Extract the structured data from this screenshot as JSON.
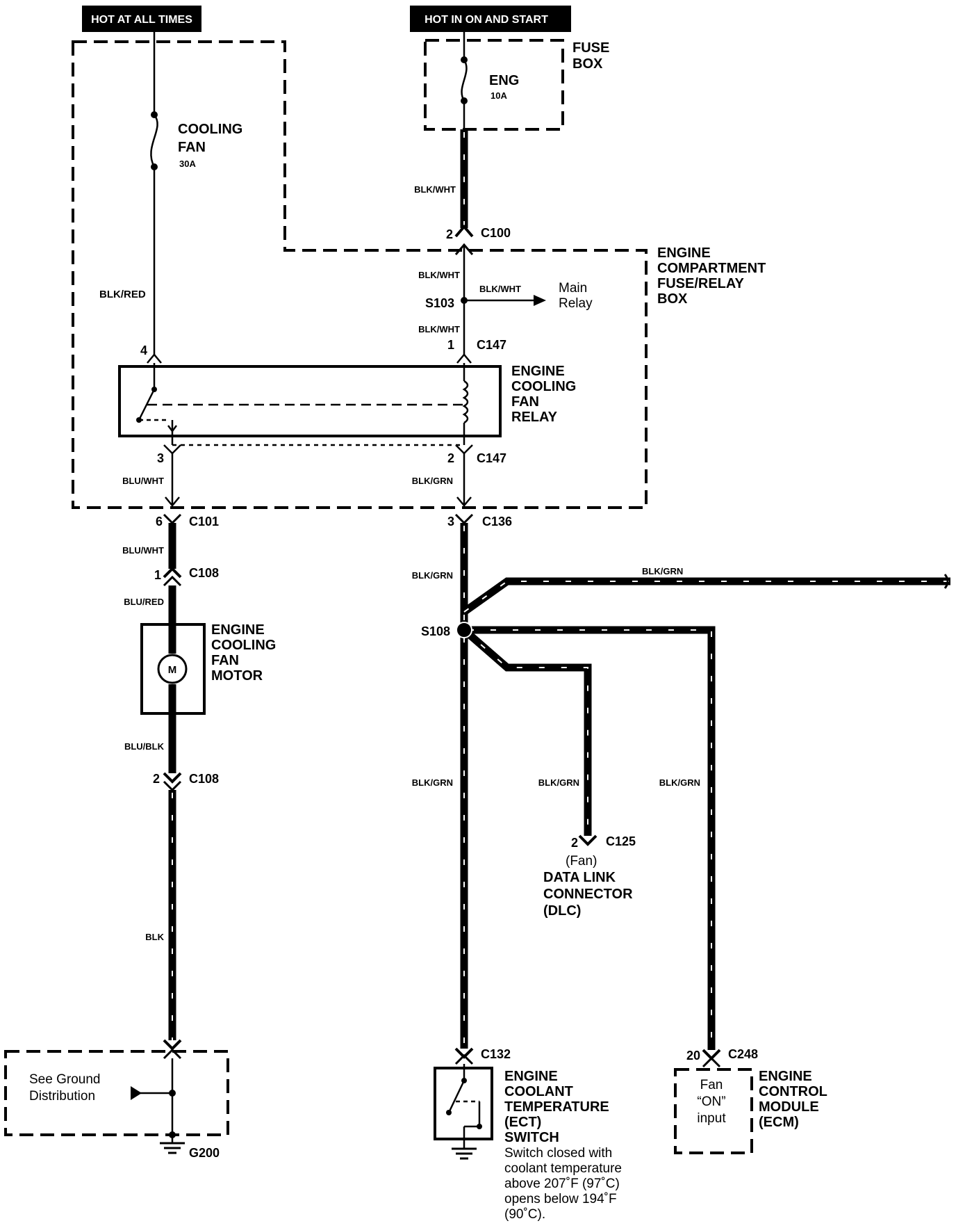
{
  "headers": {
    "hot_at_all_times": "HOT AT ALL TIMES",
    "hot_in_on_and_start": "HOT IN ON AND START"
  },
  "fuse_box": {
    "title_line1": "FUSE",
    "title_line2": "BOX",
    "fuse_name": "ENG",
    "fuse_rating": "10A"
  },
  "cooling_fan_fuse": {
    "line1": "COOLING",
    "line2": "FAN",
    "rating": "30A"
  },
  "engine_compartment_box": {
    "line1": "ENGINE",
    "line2": "COMPARTMENT",
    "line3": "FUSE/RELAY",
    "line4": "BOX"
  },
  "relay": {
    "line1": "ENGINE",
    "line2": "COOLING",
    "line3": "FAN",
    "line4": "RELAY"
  },
  "fan_motor": {
    "line1": "ENGINE",
    "line2": "COOLING",
    "line3": "FAN",
    "line4": "MOTOR",
    "symbol": "M"
  },
  "main_relay": {
    "line1": "Main",
    "line2": "Relay"
  },
  "dlc": {
    "sub": "(Fan)",
    "line1": "DATA LINK",
    "line2": "CONNECTOR",
    "line3": "(DLC)"
  },
  "ect": {
    "line1": "ENGINE",
    "line2": "COOLANT",
    "line3": "TEMPERATURE",
    "line4": "(ECT)",
    "line5": "SWITCH",
    "note1": "Switch closed with",
    "note2": "coolant temperature",
    "note3": "above 207˚F (97˚C)",
    "note4": "opens below 194˚F",
    "note5": "(90˚C)."
  },
  "ecm": {
    "line1": "ENGINE",
    "line2": "CONTROL",
    "line3": "MODULE",
    "line4": "(ECM)",
    "input1": "Fan",
    "input2": "“ON”",
    "input3": "input"
  },
  "ground": {
    "line1": "See Ground",
    "line2": "Distribution",
    "name": "G200"
  },
  "wires": {
    "blk_wht_1": "BLK/WHT",
    "blk_wht_2": "BLK/WHT",
    "blk_wht_3": "BLK/WHT",
    "blk_wht_4": "BLK/WHT",
    "blk_red": "BLK/RED",
    "blu_wht_1": "BLU/WHT",
    "blu_wht_2": "BLU/WHT",
    "blk_grn_1": "BLK/GRN",
    "blk_grn_2": "BLK/GRN",
    "blk_grn_3": "BLK/GRN",
    "blk_grn_4": "BLK/GRN",
    "blk_grn_5": "BLK/GRN",
    "blk_grn_6": "BLK/GRN",
    "blu_red": "BLU/RED",
    "blu_blk": "BLU/BLK",
    "blk": "BLK"
  },
  "connectors": {
    "c100": "C100",
    "c100_pin": "2",
    "s103": "S103",
    "c147a": "C147",
    "c147a_pin": "1",
    "c147b": "C147",
    "c147b_pin": "2",
    "relay_pin4": "4",
    "relay_pin3": "3",
    "c101": "C101",
    "c101_pin": "6",
    "c136": "C136",
    "c136_pin": "3",
    "c108a": "C108",
    "c108a_pin": "1",
    "c108b": "C108",
    "c108b_pin": "2",
    "s108": "S108",
    "c125": "C125",
    "c125_pin": "2",
    "c132": "C132",
    "c248": "C248",
    "c248_pin": "20"
  }
}
